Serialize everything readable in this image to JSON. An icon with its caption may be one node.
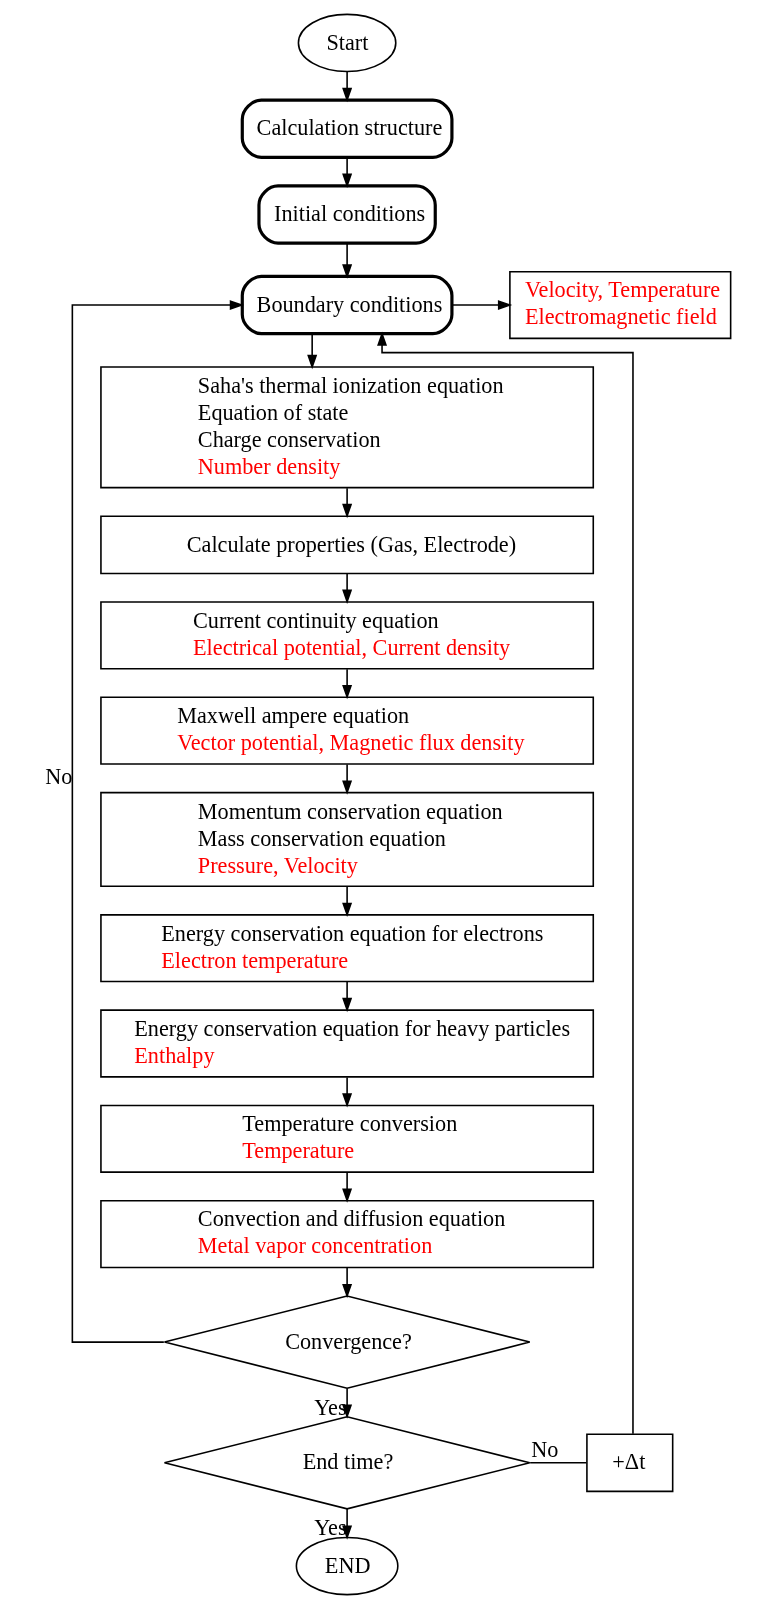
{
  "diagram": {
    "nodes": [
      {
        "text": [
          "Start"
        ]
      },
      {
        "text": [
          "Calculation structure"
        ]
      },
      {
        "text": [
          "Initial conditions"
        ]
      },
      {
        "text": [
          "Boundary conditions"
        ]
      },
      {
        "text": [
          "Velocity, Temperature",
          "Electromagnetic field"
        ]
      },
      {
        "text": [
          "Saha's thermal ionization equation",
          "Equation of state",
          "Charge conservation",
          "Number density"
        ]
      },
      {
        "text": [
          "Calculate properties (Gas, Electrode)"
        ]
      },
      {
        "text": [
          "Current continuity equation",
          "Electrical potential, Current density"
        ]
      },
      {
        "text": [
          "Maxwell ampere equation",
          "Vector potential, Magnetic flux density"
        ]
      },
      {
        "text": [
          "Momentum conservation equation",
          "Mass conservation equation",
          "Pressure, Velocity"
        ]
      },
      {
        "text": [
          "Energy conservation equation for electrons",
          "Electron temperature"
        ]
      },
      {
        "text": [
          "Energy conservation equation for heavy particles",
          "Enthalpy"
        ]
      },
      {
        "text": [
          "Temperature conversion",
          "Temperature"
        ]
      },
      {
        "text": [
          "Convection and diffusion equation",
          "Metal vapor concentration"
        ]
      },
      {
        "text": [
          "Convergence?"
        ]
      },
      {
        "text": [
          "End time?"
        ]
      },
      {
        "text": [
          "+Δt"
        ]
      },
      {
        "text": [
          "END"
        ]
      }
    ],
    "edges": [
      {
        "from": 0,
        "to": 1,
        "arrow": "to"
      },
      {
        "from": 1,
        "to": 2,
        "arrow": "to"
      },
      {
        "from": 2,
        "to": 3,
        "arrow": "to"
      },
      {
        "from": 3,
        "to": 4,
        "arrow": "to"
      },
      {
        "from": 3,
        "to": 5,
        "arrow": "to"
      },
      {
        "from": 5,
        "to": 6,
        "arrow": "to"
      },
      {
        "from": 6,
        "to": 7,
        "arrow": "to"
      },
      {
        "from": 7,
        "to": 8,
        "arrow": "to"
      },
      {
        "from": 8,
        "to": 9,
        "arrow": "to"
      },
      {
        "from": 9,
        "to": 10,
        "arrow": "to"
      },
      {
        "from": 10,
        "to": 11,
        "arrow": "to"
      },
      {
        "from": 11,
        "to": 12,
        "arrow": "to"
      },
      {
        "from": 12,
        "to": 13,
        "arrow": "to"
      },
      {
        "from": 13,
        "to": 14,
        "arrow": "to"
      },
      {
        "from": 14,
        "to": 15,
        "arrow": "to",
        "label": "Yes"
      },
      {
        "from": 14,
        "to": 3,
        "arrow": "to",
        "label": "No"
      },
      {
        "from": 15,
        "to": 16,
        "arrow": "none",
        "label": "No"
      },
      {
        "from": 16,
        "to": 3,
        "arrow": "to"
      },
      {
        "from": 15,
        "to": 17,
        "arrow": "to",
        "label": "Yes"
      }
    ]
  }
}
